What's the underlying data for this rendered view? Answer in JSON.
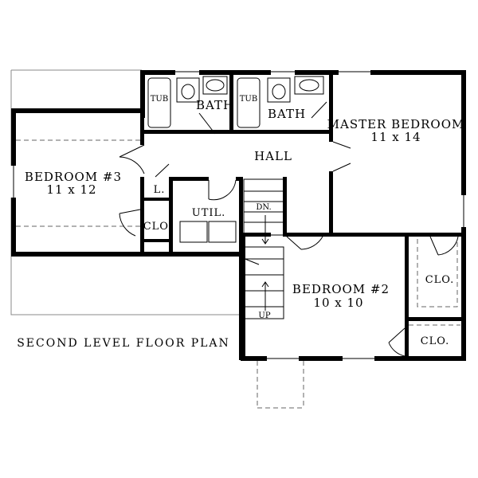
{
  "plan": {
    "title": "SECOND LEVEL FLOOR PLAN",
    "rooms": {
      "master_bedroom": {
        "name": "MASTER BEDROOM",
        "size": "11 x 14"
      },
      "bedroom3": {
        "name": "BEDROOM #3",
        "size": "11 x 12"
      },
      "bedroom2": {
        "name": "BEDROOM #2",
        "size": "10 x 10"
      },
      "hall": "HALL",
      "bath1": "BATH",
      "bath2": "BATH",
      "tub1": "TUB",
      "tub2": "TUB",
      "util": "UTIL.",
      "linen": "L.",
      "clo_bed3": "CLO.",
      "clo_master": "CLO.",
      "clo_bed2": "CLO.",
      "stair_dn": "DN.",
      "stair_up": "UP"
    }
  }
}
